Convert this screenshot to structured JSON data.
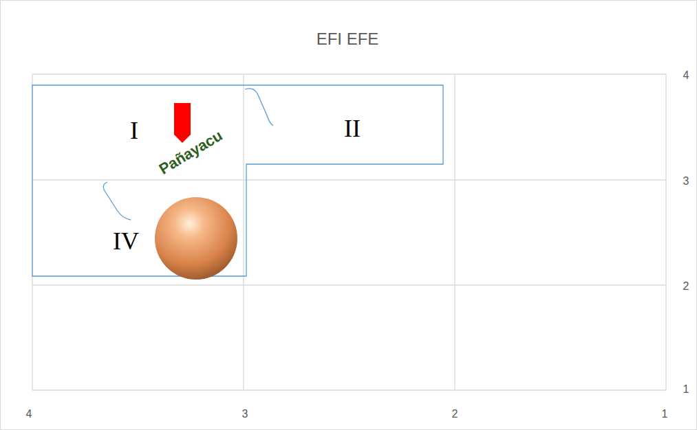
{
  "diagram": {
    "title": "EFI EFE",
    "labels": [
      "I",
      "II",
      "IV",
      "Pañayacu",
      "4",
      "3",
      "2",
      "1",
      "4",
      "3",
      "2",
      "1"
    ]
  }
}
